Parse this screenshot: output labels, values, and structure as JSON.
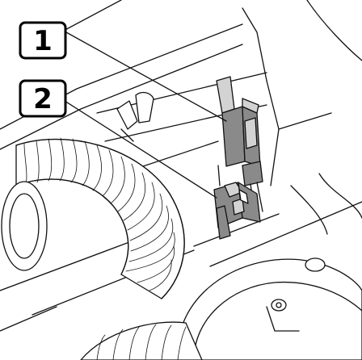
{
  "callouts": [
    {
      "id": "callout-1",
      "label": "1"
    },
    {
      "id": "callout-2",
      "label": "2"
    }
  ],
  "colors": {
    "line": "#111111",
    "connector_fill": "#8a8a8a",
    "connector_light": "#d3d3d3",
    "background": "#ffffff"
  },
  "icons": [
    "connector-1-icon",
    "connector-2-icon",
    "corrugated-hose-icon",
    "clip-icon",
    "fan-housing-icon"
  ]
}
